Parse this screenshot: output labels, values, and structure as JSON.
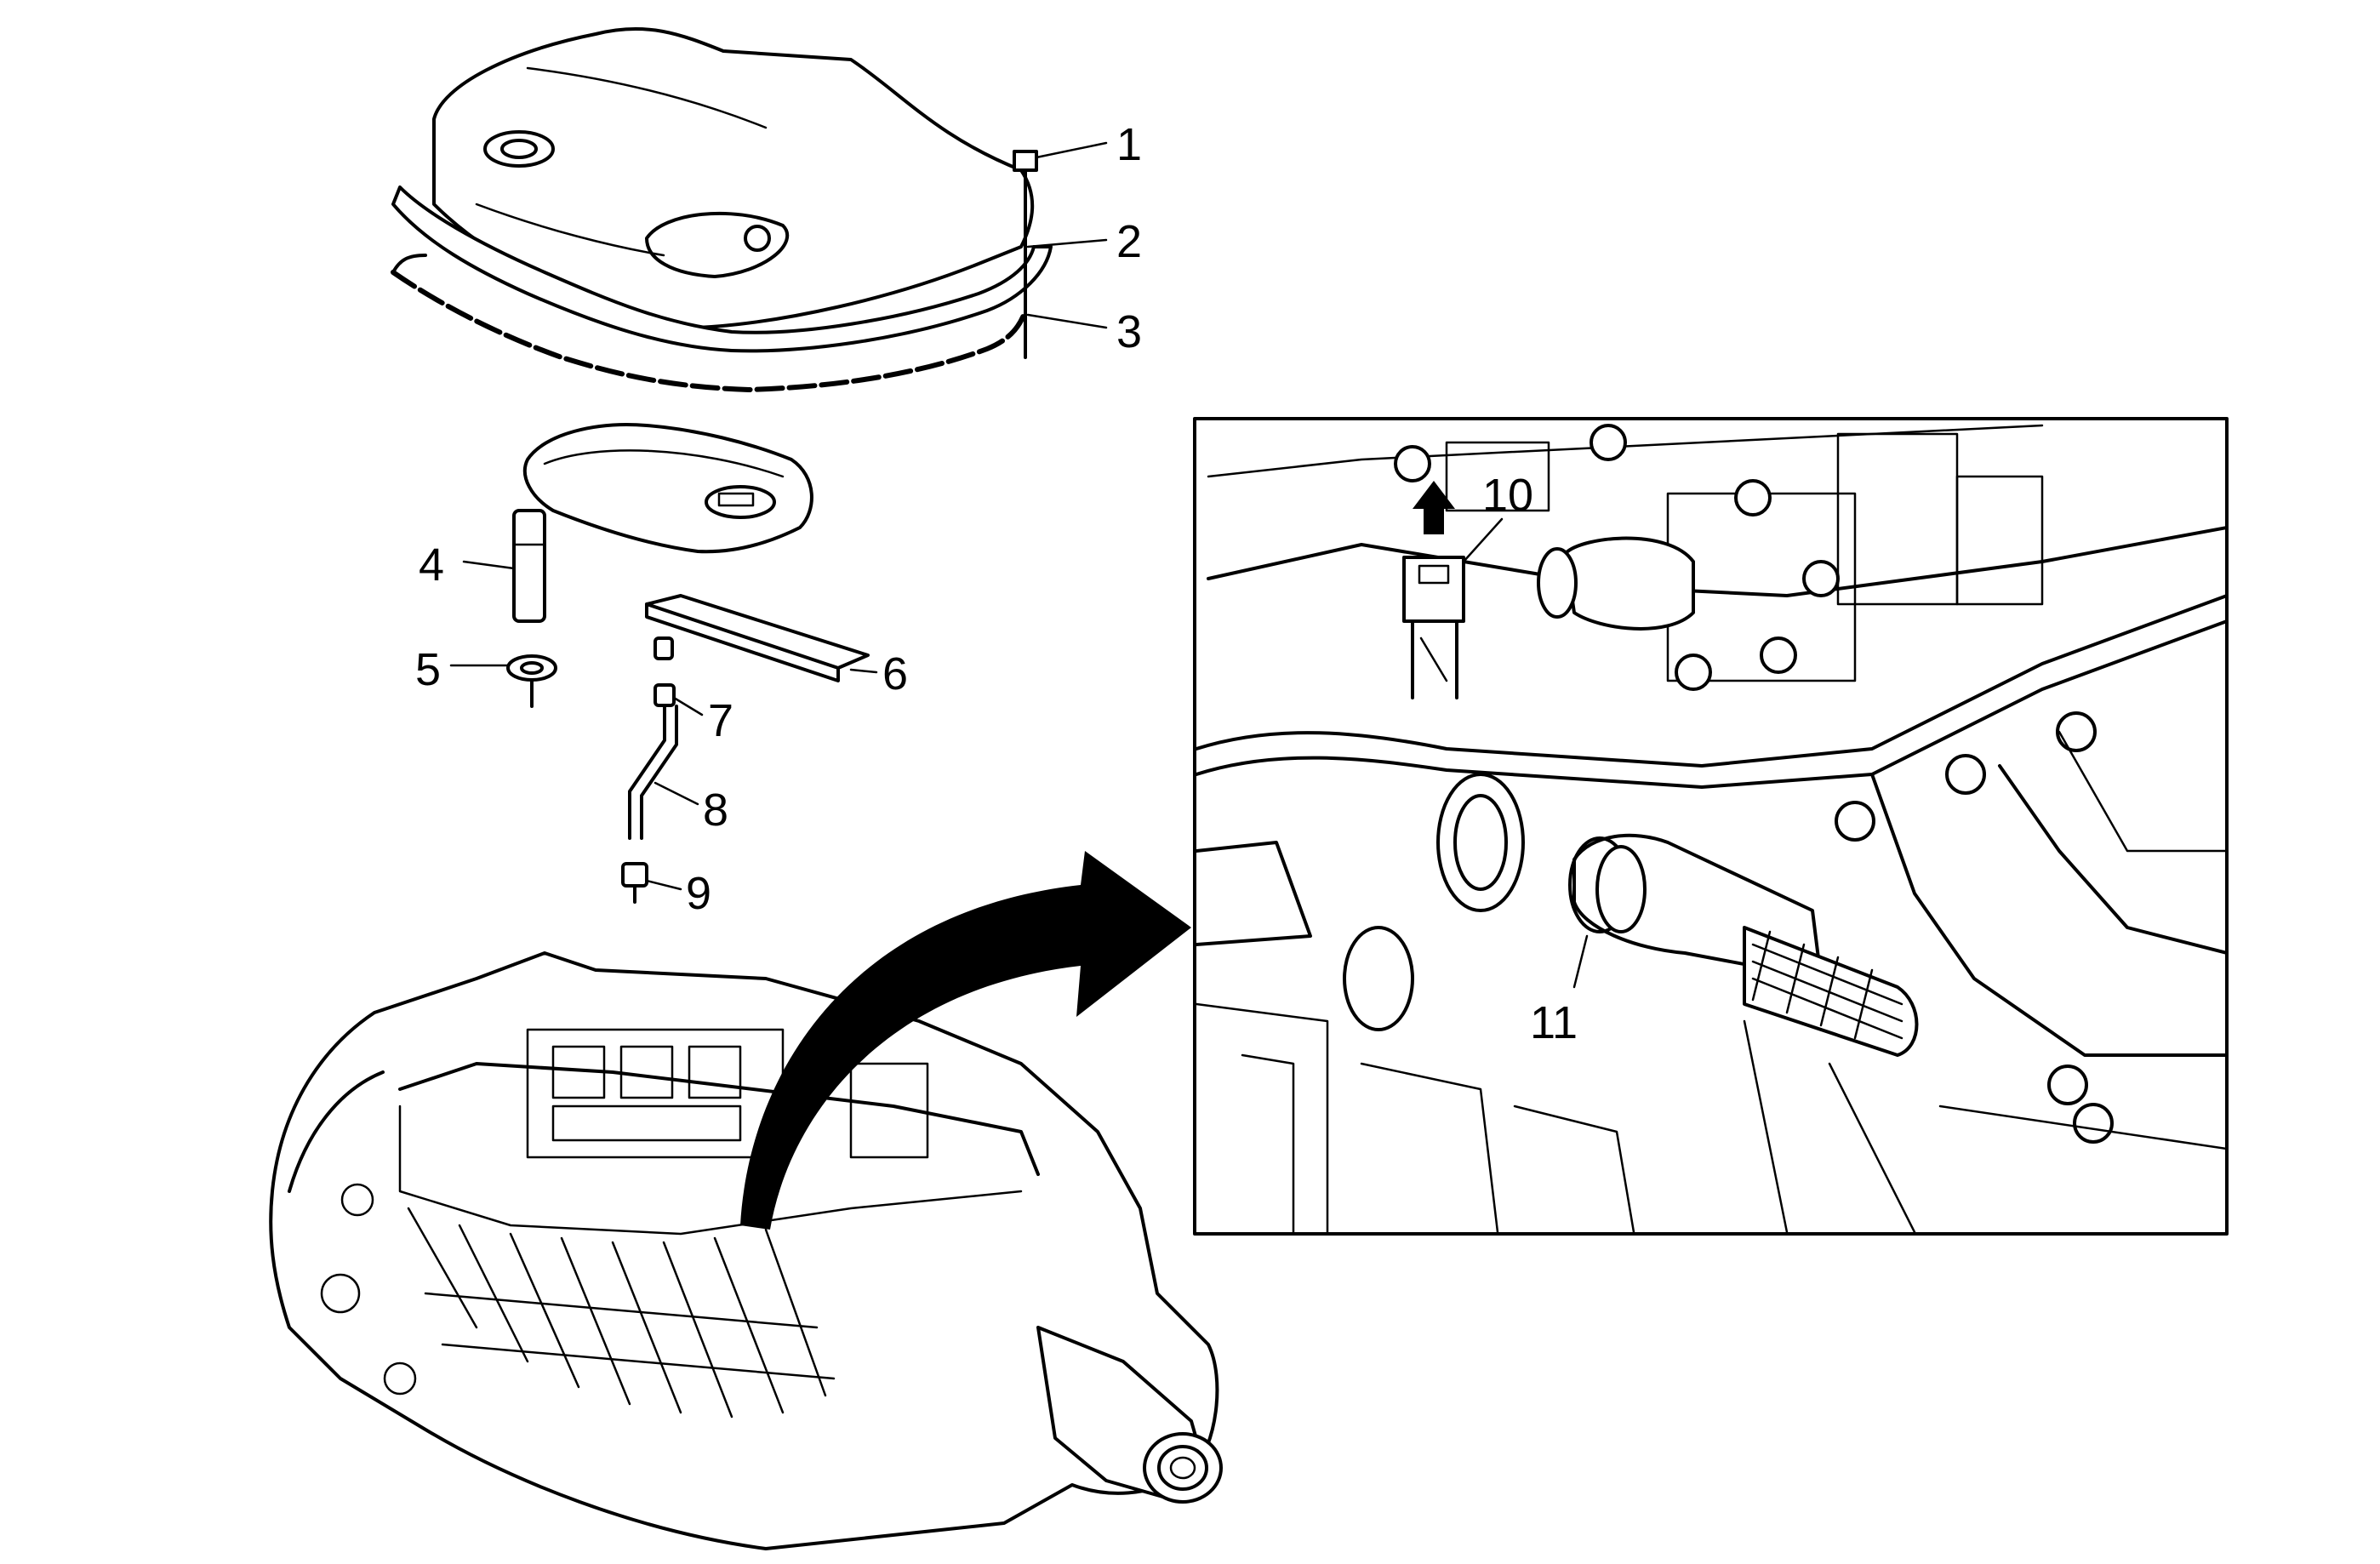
{
  "callouts": [
    {
      "id": "1",
      "label": "1"
    },
    {
      "id": "2",
      "label": "2"
    },
    {
      "id": "3",
      "label": "3"
    },
    {
      "id": "4",
      "label": "4"
    },
    {
      "id": "5",
      "label": "5"
    },
    {
      "id": "6",
      "label": "6"
    },
    {
      "id": "7",
      "label": "7"
    },
    {
      "id": "8",
      "label": "8"
    },
    {
      "id": "9",
      "label": "9"
    },
    {
      "id": "10",
      "label": "10"
    },
    {
      "id": "11",
      "label": "11"
    }
  ],
  "icons": {
    "detail_arrow": "curved-arrow-icon",
    "lift_arrow": "up-arrow-icon"
  },
  "colors": {
    "line": "#000000",
    "background": "#ffffff"
  }
}
